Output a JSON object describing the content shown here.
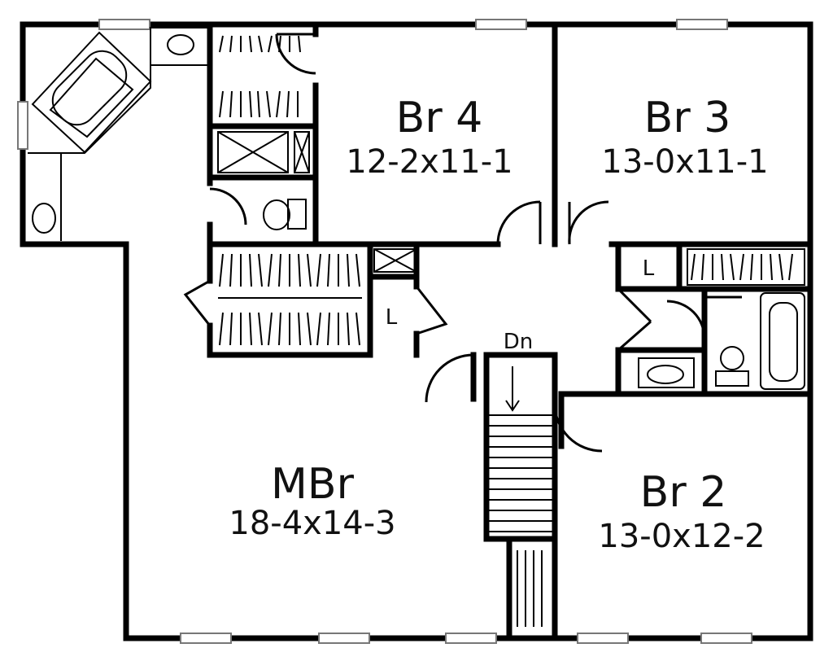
{
  "rooms": {
    "br4": {
      "name": "Br 4",
      "dims": "12-2x11-1"
    },
    "br3": {
      "name": "Br 3",
      "dims": "13-0x11-1"
    },
    "mbr": {
      "name": "MBr",
      "dims": "18-4x14-3"
    },
    "br2": {
      "name": "Br 2",
      "dims": "13-0x12-2"
    }
  },
  "labels": {
    "stairs": "Dn",
    "linen_left": "L",
    "linen_right": "L"
  }
}
